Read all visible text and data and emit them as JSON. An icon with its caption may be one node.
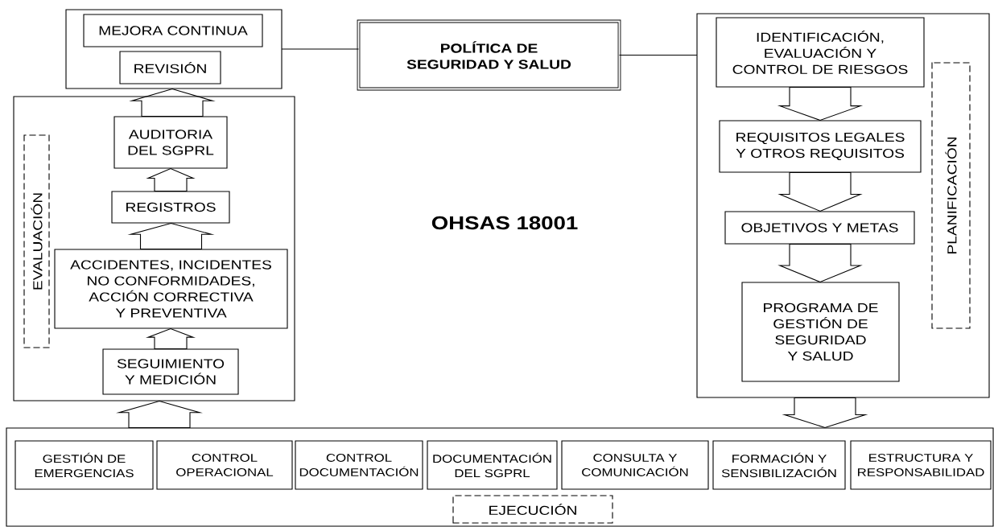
{
  "diagram": {
    "title": "OHSAS 18001",
    "nodes": [
      {
        "text": [],
        "shape": "box"
      },
      {
        "text": [
          "MEJORA CONTINUA"
        ],
        "in": 0
      },
      {
        "text": [
          "REVISIÓN"
        ],
        "in": 0
      },
      {
        "text": [
          "POLÍTICA DE SEGURIDAD Y SALUD"
        ]
      },
      {
        "text": [],
        "shape": "box"
      },
      {
        "text": [
          "IDENTIFICACIÓN, EVALUACIÓN Y CONTROL DE RIESGOS"
        ],
        "in": 4
      },
      {
        "text": [
          "REQUISITOS LEGALES Y OTROS REQUISITOS"
        ],
        "in": 4
      },
      {
        "text": [
          "OBJETIVOS Y METAS"
        ],
        "in": 4
      },
      {
        "text": [
          "PROGRAMA DE GESTIÓN DE SEGURIDAD Y SALUD"
        ],
        "in": 4
      },
      {
        "text": [
          "PLANIFICACIÓN"
        ],
        "in": 4
      },
      {
        "text": [],
        "shape": "box"
      },
      {
        "text": [
          "AUDITORIA DEL SGPRL"
        ],
        "in": 10
      },
      {
        "text": [
          "REGISTROS"
        ],
        "in": 10
      },
      {
        "text": [
          "ACCIDENTES, INCIDENTES NO CONFORMIDADES, ACCIÓN CORRECTIVA Y PREVENTIVA"
        ],
        "in": 10
      },
      {
        "text": [
          "SEGUIMIENTO Y MEDICIÓN"
        ],
        "in": 10
      },
      {
        "text": [
          "EVALUACIÓN"
        ],
        "in": 10
      },
      {
        "text": [],
        "shape": "box"
      },
      {
        "text": [
          "GESTIÓN DE EMERGENCIAS"
        ],
        "in": 16
      },
      {
        "text": [
          "CONTROL OPERACIONAL"
        ],
        "in": 16
      },
      {
        "text": [
          "CONTROL DOCUMENTACIÓN"
        ],
        "in": 16
      },
      {
        "text": [
          "DOCUMENTACIÓN DEL SGPRL"
        ],
        "in": 16
      },
      {
        "text": [
          "CONSULTA Y COMUNICACIÓN"
        ],
        "in": 16
      },
      {
        "text": [
          "FORMACIÓN Y SENSIBILIZACIÓN"
        ],
        "in": 16
      },
      {
        "text": [
          "ESTRUCTURA Y RESPONSABILIDAD"
        ],
        "in": 16
      },
      {
        "text": [
          "EJECUCIÓN"
        ],
        "in": 16
      }
    ],
    "edges": [
      {
        "from": 0,
        "to": 3,
        "arrow": "none"
      },
      {
        "from": 3,
        "to": 4,
        "arrow": "none"
      },
      {
        "from": 5,
        "to": 6,
        "arrow": "to"
      },
      {
        "from": 6,
        "to": 7,
        "arrow": "to"
      },
      {
        "from": 7,
        "to": 8,
        "arrow": "to"
      },
      {
        "from": 4,
        "to": 16,
        "arrow": "to"
      },
      {
        "from": 16,
        "to": 10,
        "arrow": "to"
      },
      {
        "from": 14,
        "to": 13,
        "arrow": "to"
      },
      {
        "from": 13,
        "to": 12,
        "arrow": "to"
      },
      {
        "from": 12,
        "to": 11,
        "arrow": "to"
      },
      {
        "from": 11,
        "to": 0,
        "arrow": "to"
      }
    ]
  }
}
